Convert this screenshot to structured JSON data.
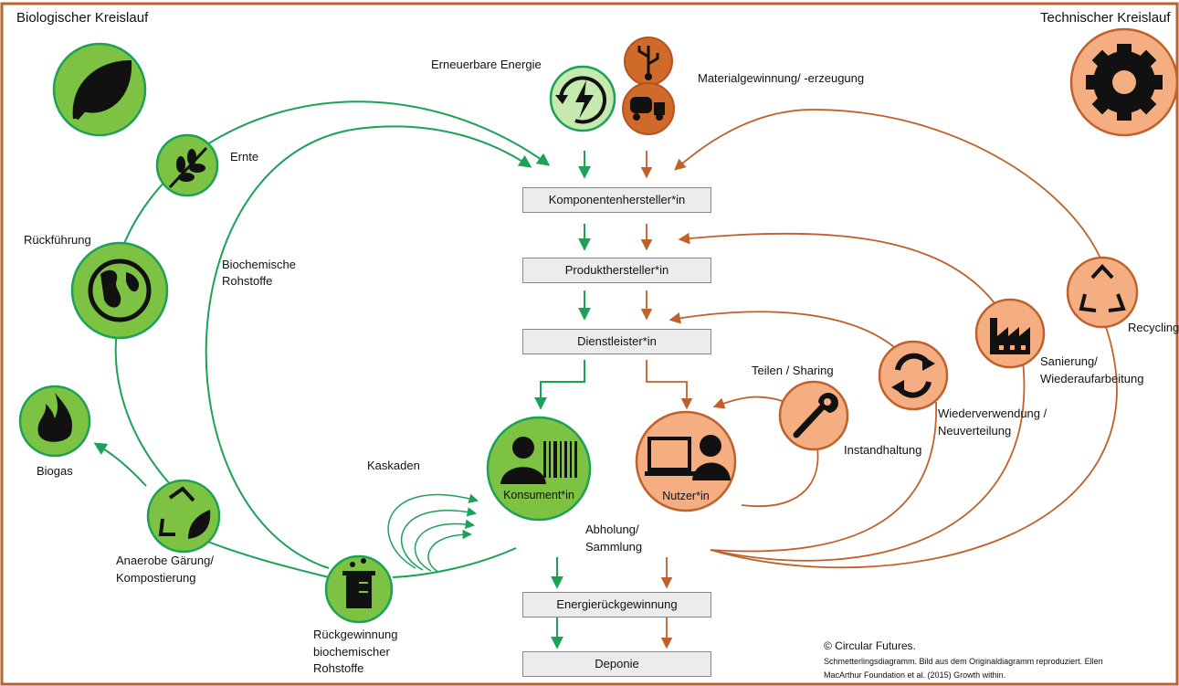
{
  "titles": {
    "left": "Biologischer Kreislauf",
    "right": "Technischer Kreislauf"
  },
  "boxes": {
    "komponenten": "Komponentenhersteller*in",
    "produkt": "Produkthersteller*in",
    "dienst": "Dienstleister*in",
    "energie": "Energierückgewinnung",
    "deponie": "Deponie"
  },
  "labels": {
    "erneuerbare": "Erneuerbare Energie",
    "material": "Materialgewinnung/ -erzeugung",
    "ernte": "Ernte",
    "rueckfuehrung": "Rückführung",
    "biochem1": "Biochemische",
    "biochem2": "Rohstoffe",
    "biogas": "Biogas",
    "anaerobe1": "Anaerobe Gärung/",
    "anaerobe2": "Kompostierung",
    "rueckgew1": "Rückgewinnung",
    "rueckgew2": "biochemischer",
    "rueckgew3": "Rohstoffe",
    "kaskaden": "Kaskaden",
    "konsument": "Konsument*in",
    "nutzer": "Nutzer*in",
    "abholung1": "Abholung/",
    "abholung2": "Sammlung",
    "teilen": "Teilen / Sharing",
    "instand": "Instandhaltung",
    "wieder1": "Wiederverwendung /",
    "wieder2": "Neuverteilung",
    "sanierung1": "Sanierung/",
    "sanierung2": "Wiederaufarbeitung",
    "recycling": "Recycling"
  },
  "credits": {
    "copyright": "© Circular Futures.",
    "line1": "Schmetterlingsdiagramm. Bild aus dem Originaldiagramm  reproduziert. Ellen",
    "line2": "MacArthur Foundation et al. (2015) Growth within."
  },
  "colors": {
    "bio_green": "#7dc242",
    "bio_light": "#c6e9b0",
    "bio_line": "#1aa257",
    "tech_orange": "#f5ae82",
    "tech_dark": "#c55a1e",
    "tech_line": "#c0612b",
    "border": "#c0612b"
  },
  "icons": [
    "leaf-icon",
    "gear-icon",
    "energy-icon",
    "usb-icon",
    "cement-truck-icon",
    "wheat-icon",
    "globe-icon",
    "flame-icon",
    "recycle-leaf-icon",
    "flask-icon",
    "barcode-person-icon",
    "computer-user-icon",
    "wrench-icon",
    "refresh-icon",
    "factory-icon",
    "recycle-icon"
  ]
}
